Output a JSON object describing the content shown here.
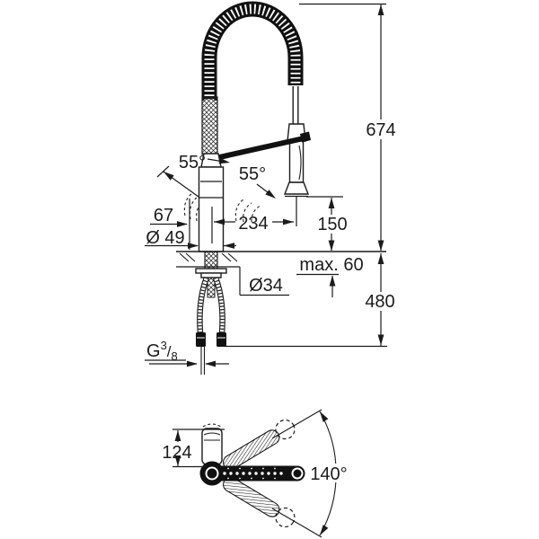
{
  "drawing": {
    "type": "product dimensional diagram",
    "subject": "kitchen faucet with professional spring spout",
    "ink_color": "#1b1b1b",
    "background_color": "#ffffff"
  },
  "main_view": {
    "dims": {
      "overall_height": "674",
      "outlet_height": "150",
      "counter_thickness": "max. 60",
      "under_counter_clearance": "480",
      "spout_reach": "234",
      "handle_reach": "67",
      "body_diameter": "Ø 49",
      "hole_diameter": "Ø34",
      "lever_angle_left": "55°",
      "lever_angle_right": "55°",
      "thread_label": {
        "base": "G",
        "numerator": "3",
        "divider": "/",
        "denominator": "8"
      }
    }
  },
  "top_view": {
    "dims": {
      "handle_length": "124",
      "swivel_angle": "140°"
    }
  }
}
